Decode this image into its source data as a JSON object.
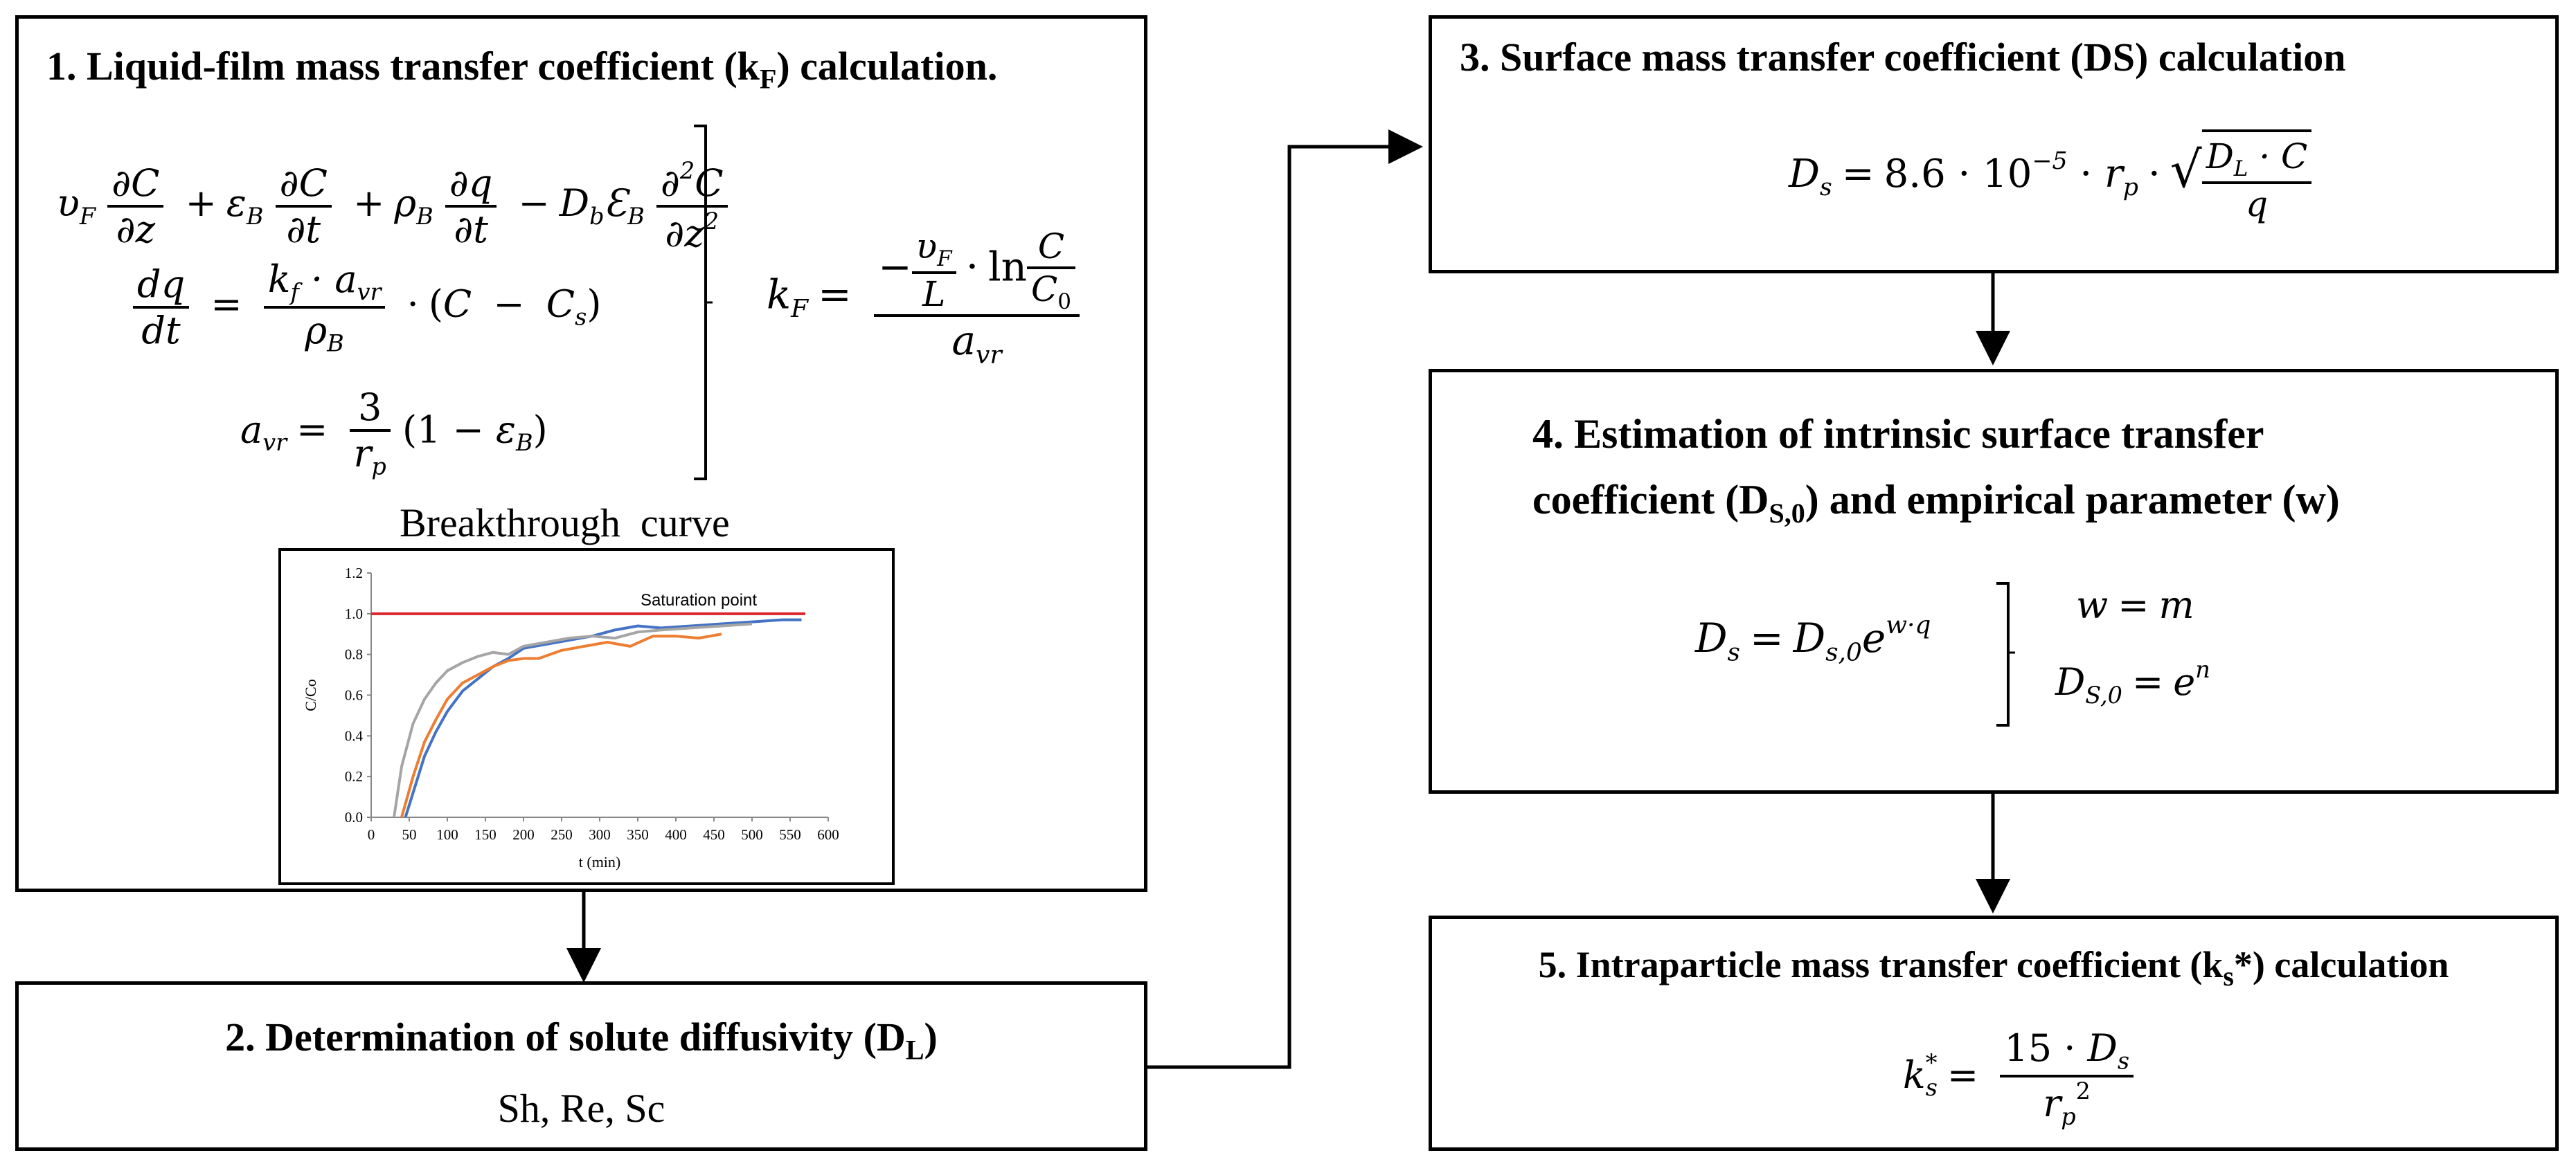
{
  "steps": {
    "s1": {
      "title": "1. Liquid-film mass transfer coefficient (k",
      "title_sub": "F",
      "title_end": ") calculation."
    },
    "s2": {
      "title": "2. Determination of solute diffusivity (D",
      "title_sub": "L",
      "title_end": ")",
      "numbers": "Sh, Re, Sc"
    },
    "s3": {
      "title": "3. Surface mass transfer coefficient (DS) calculation"
    },
    "s4": {
      "title_line1": "4. Estimation of intrinsic surface transfer",
      "title_line2": "coefficient (D",
      "title_sub": "S,0",
      "title_end": ") and empirical parameter (w)"
    },
    "s5": {
      "title": "5. Intraparticle mass transfer coefficient (k",
      "title_sub": "s",
      "title_end": "*) calculation"
    }
  },
  "breakthrough_label": "Breakthrough  curve",
  "colors": {
    "red": "#d9252b",
    "blue": "#4472c4",
    "orange": "#ed7d31",
    "gray": "#a5a5a5"
  },
  "chart_data": {
    "type": "line",
    "xlabel": "t (min)",
    "ylabel": "C/Co",
    "xlim": [
      0,
      600
    ],
    "ylim": [
      0,
      1.2
    ],
    "xticks": [
      0,
      50,
      100,
      150,
      200,
      250,
      300,
      350,
      400,
      450,
      500,
      550,
      600
    ],
    "yticks": [
      0.0,
      0.2,
      0.4,
      0.6,
      0.8,
      1.0,
      1.2
    ],
    "annotation": "Saturation point",
    "reference_line": {
      "y": 1.0,
      "x": [
        0,
        570
      ]
    },
    "series": [
      {
        "color": "#4472c4",
        "x": [
          45,
          55,
          70,
          85,
          100,
          120,
          140,
          160,
          180,
          200,
          230,
          260,
          290,
          320,
          350,
          380,
          420,
          460,
          500,
          540,
          565
        ],
        "y": [
          0,
          0.12,
          0.3,
          0.42,
          0.52,
          0.62,
          0.68,
          0.74,
          0.78,
          0.83,
          0.85,
          0.87,
          0.89,
          0.92,
          0.94,
          0.93,
          0.94,
          0.95,
          0.96,
          0.97,
          0.97
        ]
      },
      {
        "color": "#ed7d31",
        "x": [
          40,
          55,
          70,
          85,
          100,
          120,
          140,
          160,
          180,
          200,
          220,
          250,
          280,
          310,
          340,
          370,
          400,
          430,
          460
        ],
        "y": [
          0,
          0.2,
          0.37,
          0.48,
          0.58,
          0.66,
          0.7,
          0.74,
          0.77,
          0.78,
          0.78,
          0.82,
          0.84,
          0.86,
          0.84,
          0.89,
          0.89,
          0.88,
          0.9
        ]
      },
      {
        "color": "#a5a5a5",
        "x": [
          30,
          40,
          55,
          70,
          85,
          100,
          120,
          140,
          160,
          180,
          200,
          230,
          260,
          290,
          320,
          350,
          380,
          420,
          460,
          500
        ],
        "y": [
          0,
          0.25,
          0.46,
          0.58,
          0.66,
          0.72,
          0.76,
          0.79,
          0.81,
          0.8,
          0.84,
          0.86,
          0.88,
          0.89,
          0.88,
          0.91,
          0.92,
          0.93,
          0.94,
          0.95
        ]
      }
    ]
  }
}
